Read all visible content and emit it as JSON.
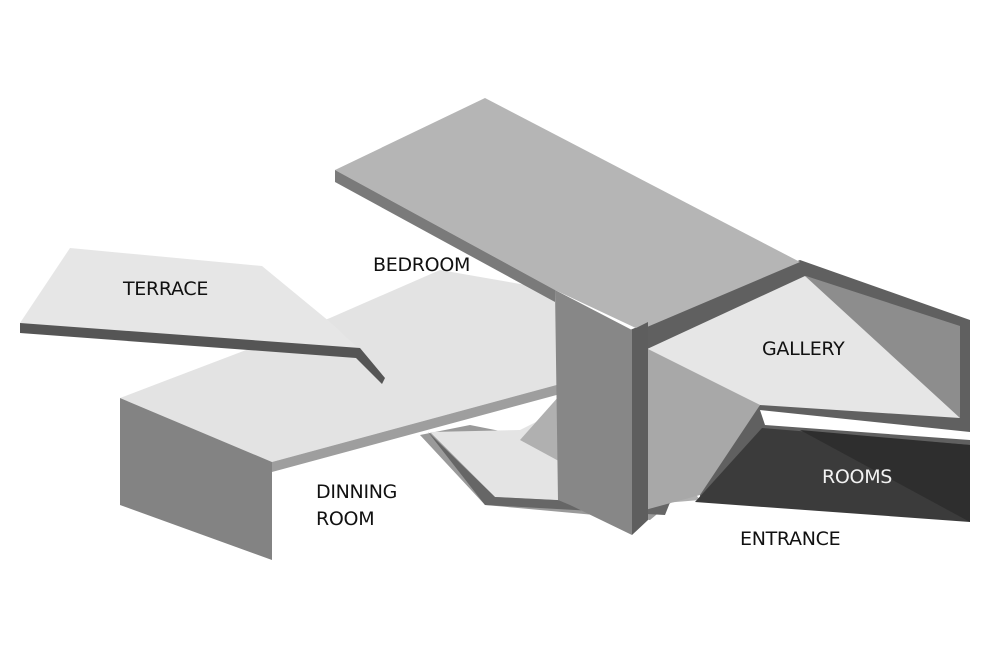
{
  "diagram": {
    "labels": {
      "terrace": "TERRACE",
      "bedroom": "BEDROOM",
      "gallery": "GALLERY",
      "dinning_line1": "DINNING",
      "dinning_line2": "ROOM",
      "rooms": "ROOMS",
      "entrance": "ENTRANCE"
    },
    "colors": {
      "light_surface": "#e4e4e4",
      "mid_surface": "#b3b3b3",
      "wall": "#858585",
      "edge": "#5a5a5a",
      "rooms": "#3b3b3b"
    }
  }
}
